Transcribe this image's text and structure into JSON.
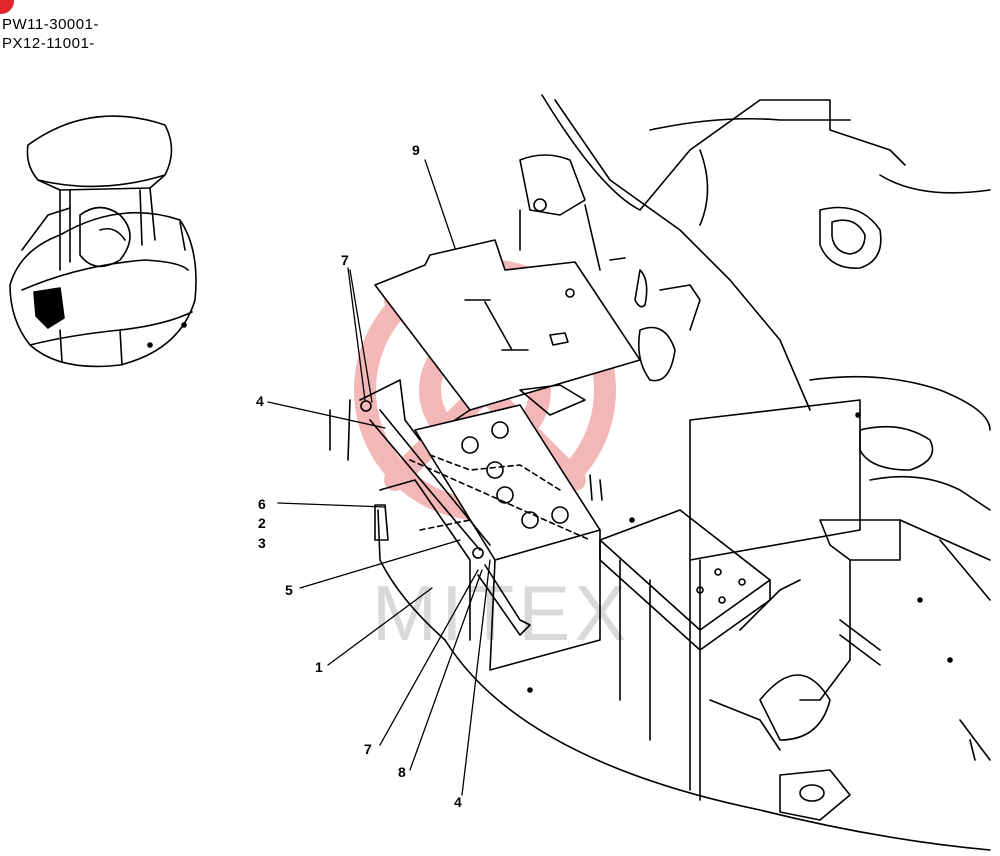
{
  "header": {
    "serial_ranges": [
      "PW11-30001-",
      "PX12-11001-"
    ]
  },
  "colors": {
    "line": "#000000",
    "watermark_logo": "#f2a6a6",
    "watermark_text": "#d9d9d9",
    "corner_mark": "#e0262b"
  },
  "watermark": {
    "text": "MITEX"
  },
  "callouts": [
    {
      "id": "c9",
      "label": "9"
    },
    {
      "id": "c7a",
      "label": "7"
    },
    {
      "id": "c4a",
      "label": "4"
    },
    {
      "id": "c6",
      "label": "6"
    },
    {
      "id": "c2",
      "label": "2"
    },
    {
      "id": "c3",
      "label": "3"
    },
    {
      "id": "c5",
      "label": "5"
    },
    {
      "id": "c1",
      "label": "1"
    },
    {
      "id": "c7b",
      "label": "7"
    },
    {
      "id": "c8",
      "label": "8"
    },
    {
      "id": "c4b",
      "label": "4"
    }
  ]
}
